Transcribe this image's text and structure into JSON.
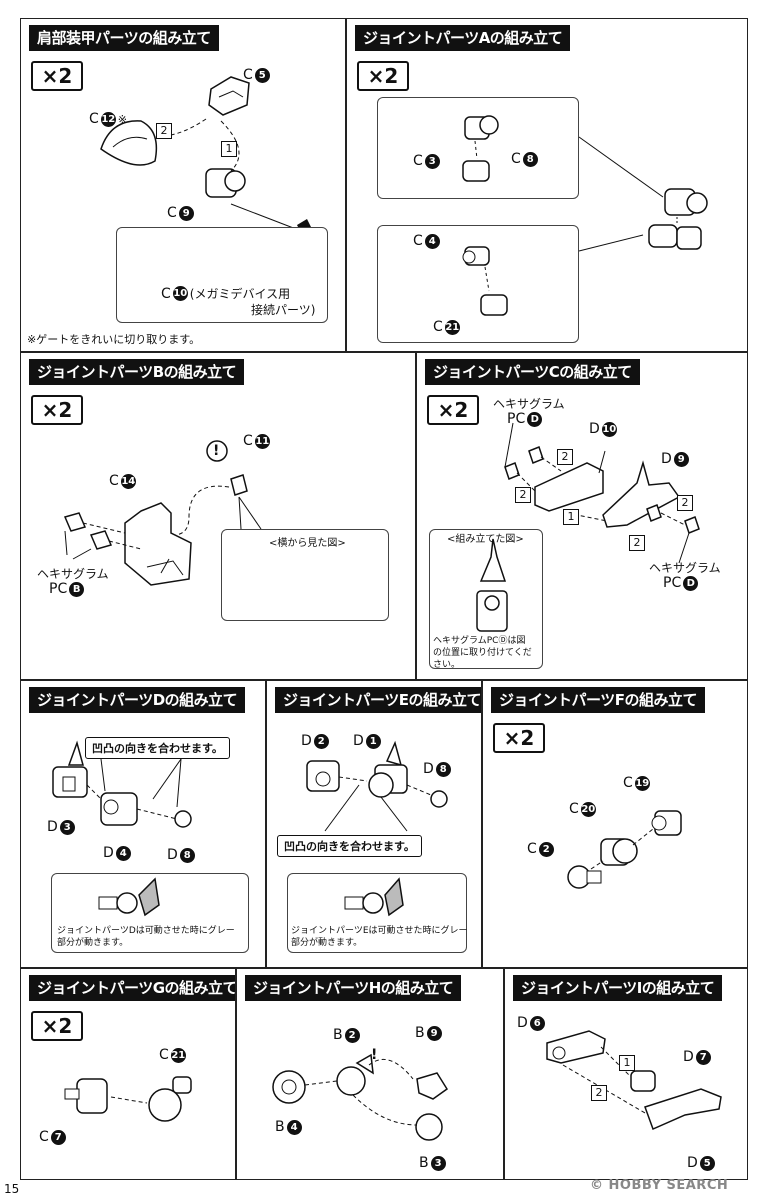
{
  "page_number": "15",
  "watermark": "© HOBBY SEARCH",
  "panels": {
    "shoulder": {
      "title": "肩部装甲パーツの組み立て",
      "multiplier": "×2",
      "labels": {
        "c12": "C",
        "c12n": "12",
        "c12mark": "※",
        "c5": "C",
        "c5n": "5",
        "c9": "C",
        "c9n": "9",
        "c10": "C",
        "c10n": "10"
      },
      "sub_text_line1": "(メガミデバイス用",
      "sub_text_line2": "接続パーツ)",
      "note": "※ゲートをきれいに切り取ります。",
      "steps": [
        "2",
        "1"
      ]
    },
    "joint_a": {
      "title": "ジョイントパーツAの組み立て",
      "multiplier": "×2",
      "labels": {
        "c3": "C",
        "c3n": "3",
        "c8": "C",
        "c8n": "8",
        "c4": "C",
        "c4n": "4",
        "c21": "C",
        "c21n": "21"
      }
    },
    "joint_b": {
      "title": "ジョイントパーツBの組み立て",
      "multiplier": "×2",
      "labels": {
        "c14": "C",
        "c14n": "14",
        "c11": "C",
        "c11n": "11",
        "pc": "PC",
        "pcn": "B"
      },
      "hexa": "ヘキサグラム",
      "sub_caption": "<横から見た図>",
      "warn": "!"
    },
    "joint_c": {
      "title": "ジョイントパーツCの組み立て",
      "multiplier": "×2",
      "labels": {
        "pc1": "PC",
        "pc1n": "D",
        "d10": "D",
        "d10n": "10",
        "d9": "D",
        "d9n": "9",
        "pc2": "PC",
        "pc2n": "D"
      },
      "hexa": "ヘキサグラム",
      "steps": [
        "2",
        "2",
        "1",
        "2",
        "2"
      ],
      "sub_caption": "<組み立てた図>",
      "sub_text_line1": "ヘキサグラムPCⒹは図",
      "sub_text_line2": "の位置に取り付けてくだ",
      "sub_text_line3": "さい。"
    },
    "joint_d": {
      "title": "ジョイントパーツDの組み立て",
      "callout": "凹凸の向きを合わせます。",
      "labels": {
        "d3": "D",
        "d3n": "3",
        "d4": "D",
        "d4n": "4",
        "d8": "D",
        "d8n": "8"
      },
      "sub_text_line1": "ジョイントパーツDは可動させた時にグレー",
      "sub_text_line2": "部分が動きます。"
    },
    "joint_e": {
      "title": "ジョイントパーツEの組み立て",
      "callout": "凹凸の向きを合わせます。",
      "labels": {
        "d2": "D",
        "d2n": "2",
        "d1": "D",
        "d1n": "1",
        "d8": "D",
        "d8n": "8"
      },
      "sub_text_line1": "ジョイントパーツEは可動させた時にグレー",
      "sub_text_line2": "部分が動きます。"
    },
    "joint_f": {
      "title": "ジョイントパーツFの組み立て",
      "multiplier": "×2",
      "labels": {
        "c19": "C",
        "c19n": "19",
        "c20": "C",
        "c20n": "20",
        "c2": "C",
        "c2n": "2"
      }
    },
    "joint_g": {
      "title": "ジョイントパーツGの組み立て",
      "multiplier": "×2",
      "labels": {
        "c21": "C",
        "c21n": "21",
        "c7": "C",
        "c7n": "7"
      }
    },
    "joint_h": {
      "title": "ジョイントパーツHの組み立て",
      "labels": {
        "b2": "B",
        "b2n": "2",
        "b9": "B",
        "b9n": "9",
        "b4": "B",
        "b4n": "4",
        "b3": "B",
        "b3n": "3"
      }
    },
    "joint_i": {
      "title": "ジョイントパーツIの組み立て",
      "labels": {
        "d6": "D",
        "d6n": "6",
        "d7": "D",
        "d7n": "7",
        "d5": "D",
        "d5n": "5"
      },
      "steps": [
        "1",
        "2"
      ]
    }
  },
  "colors": {
    "ink": "#111111",
    "panel_border": "#222222",
    "gray_part": "#bbbbbb"
  }
}
